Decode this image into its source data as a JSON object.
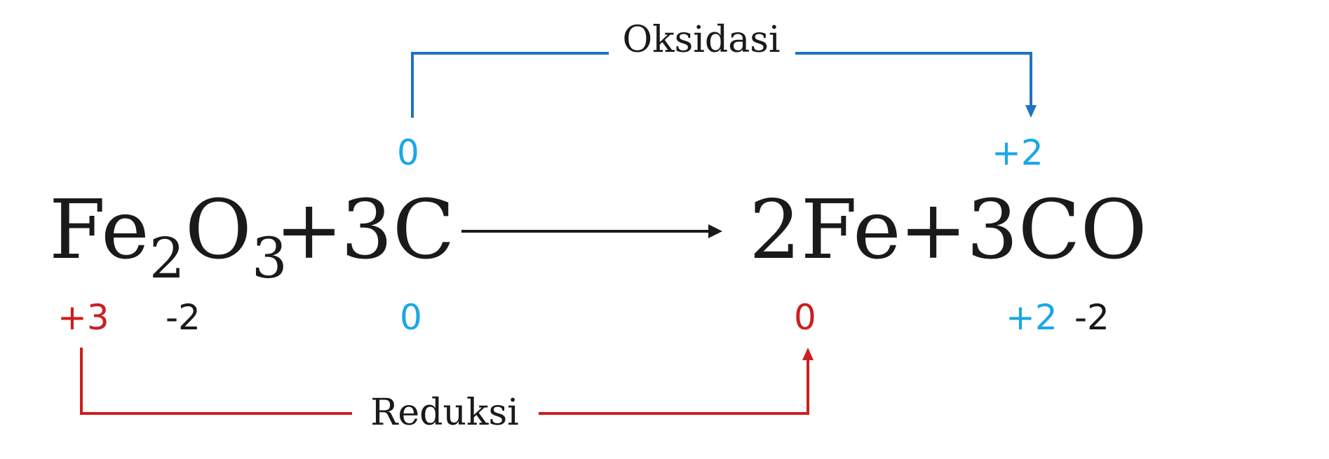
{
  "equation": {
    "reactant_1": {
      "fe": "Fe",
      "sub_2": "2",
      "o": "O",
      "sub_3": "3"
    },
    "plus_1": "+",
    "reactant_2": "3C",
    "product_1": "2Fe",
    "plus_2": "+",
    "product_2": "3CO"
  },
  "oxidation_numbers": {
    "fe_in_fe2o3": "+3",
    "o_in_fe2o3": "-2",
    "c_bottom": "0",
    "fe_product": "0",
    "c_in_co": "+2",
    "o_in_co": "-2",
    "c_top": "0",
    "c_in_co_top": "+2"
  },
  "labels": {
    "oxidation": "Oksidasi",
    "reduction": "Reduksi"
  },
  "colors": {
    "text": "#1a1a1a",
    "oxidation_bracket": "#1f72c4",
    "oxidation_number": "#1aa7e6",
    "reduction": "#cc1f1f"
  }
}
